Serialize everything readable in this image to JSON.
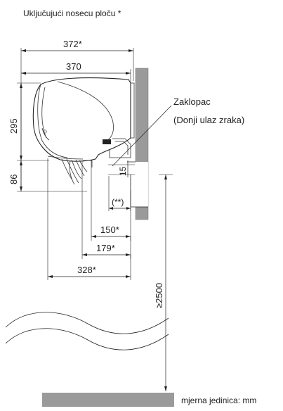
{
  "diagram": {
    "title": "Uključujući nosecu ploču *",
    "dimensions": {
      "top_width": "372*",
      "body_width": "370",
      "height_body": "295",
      "height_lower": "86",
      "flap_gap": "15",
      "note": "(**)",
      "dist_150": "150*",
      "dist_179": "179*",
      "dist_328": "328*",
      "floor_height": "≥2500"
    },
    "callout": {
      "line1": "Zaklopac",
      "line2": "(Donji ulaz zraka)"
    },
    "unit_note": "mjerna jedinica: mm"
  }
}
